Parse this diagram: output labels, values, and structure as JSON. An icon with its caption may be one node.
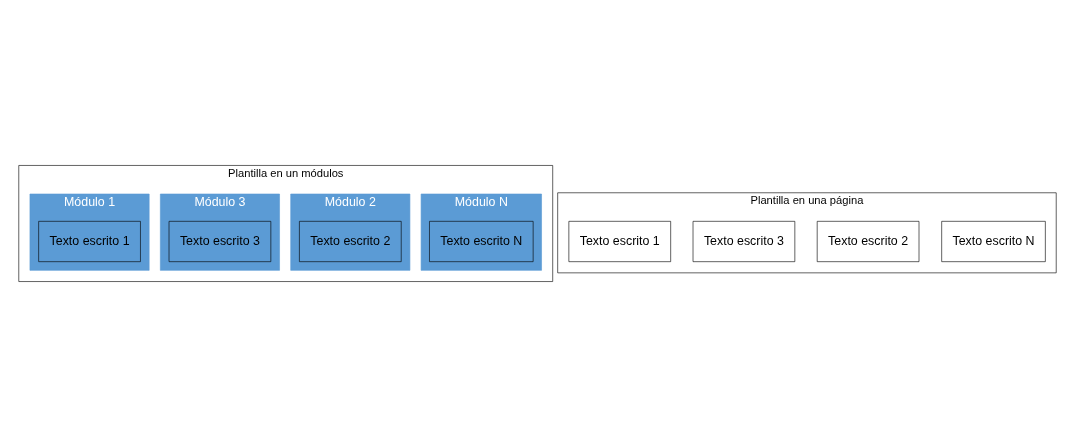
{
  "diagram": {
    "nodes": [
      {
        "text": [
          "Plantilla en una página"
        ]
      },
      {
        "text": [
          "Texto escrito 1"
        ],
        "in": 0
      },
      {
        "text": [
          "Texto escrito 3"
        ],
        "in": 0
      },
      {
        "text": [
          "Texto escrito 2"
        ],
        "in": 0
      },
      {
        "text": [
          "Texto escrito N"
        ],
        "in": 0
      },
      {
        "text": [
          "Plantilla en un módulos"
        ]
      },
      {
        "text": [
          "Módulo 1"
        ],
        "in": 5
      },
      {
        "text": [
          "Texto escrito 1"
        ],
        "in": 6
      },
      {
        "text": [
          "Módulo 3"
        ],
        "in": 5
      },
      {
        "text": [
          "Texto escrito 3"
        ],
        "in": 8
      },
      {
        "text": [
          "Módulo 2"
        ],
        "in": 5
      },
      {
        "text": [
          "Texto escrito 2"
        ],
        "in": 10
      },
      {
        "text": [
          "Módulo N"
        ],
        "in": 5
      },
      {
        "text": [
          "Texto escrito N"
        ],
        "in": 12
      }
    ],
    "edges": []
  }
}
